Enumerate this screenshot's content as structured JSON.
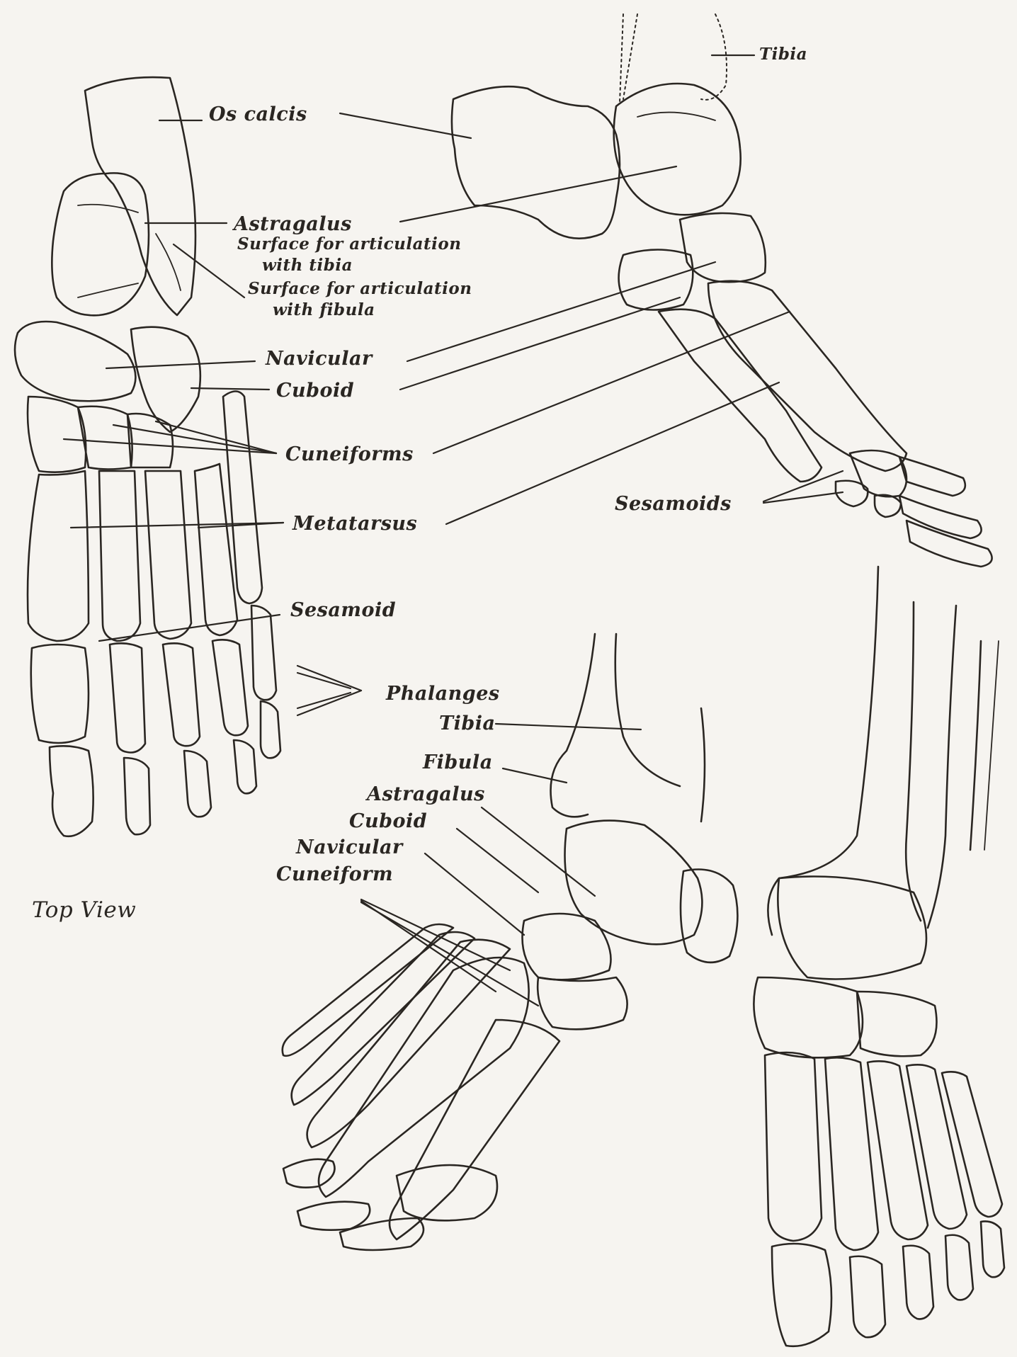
{
  "labels": {
    "os_calcis": "Os calcis",
    "tibia_top": "Tibia",
    "astragalus_top": "Astragalus",
    "surface_tibia_1": "Surface for articulation",
    "surface_tibia_2": "with tibia",
    "surface_fibula_1": "Surface for articulation",
    "surface_fibula_2": "with fibula",
    "navicular_top": "Navicular",
    "cuboid_top": "Cuboid",
    "cuneiforms": "Cuneiforms",
    "metatarsus": "Metatarsus",
    "sesamoids": "Sesamoids",
    "sesamoid": "Sesamoid",
    "phalanges": "Phalanges",
    "tibia_bottom": "Tibia",
    "fibula_bottom": "Fibula",
    "astragalus_bottom": "Astragalus",
    "cuboid_bottom": "Cuboid",
    "navicular_bottom": "Navicular",
    "cuneiform_bottom": "Cuneiform",
    "top_view": "Top View"
  },
  "colors": {
    "paper": "#f6f4f0",
    "ink": "#2a2622"
  }
}
